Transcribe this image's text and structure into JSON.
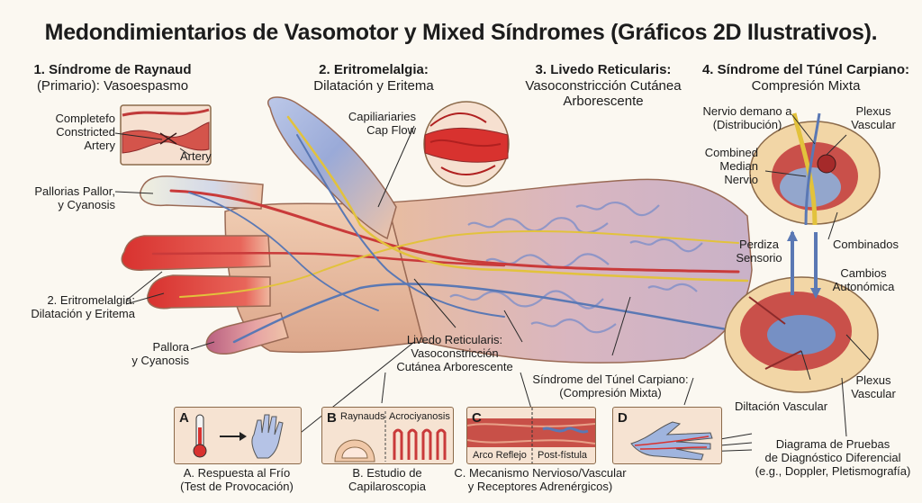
{
  "title": "Medondimientarios de Vasomotor  y Mixed Síndromes  (Gráficos 2D Ilustrativos).",
  "sections": {
    "s1": {
      "head": "1. Síndrome de Raynaud",
      "sub": "(Primario): Vasoespasmo"
    },
    "s2": {
      "head": "2. Eritromelalgia:",
      "sub": "Dilatación y Eritema"
    },
    "s3": {
      "head": "3. Livedo Reticularis:",
      "sub1": "Vasoconstricción Cutánea",
      "sub2": "Arborescente"
    },
    "s4": {
      "head": "4. Síndrome del Túnel Carpiano:",
      "sub": "Compresión Mixta"
    }
  },
  "labels": {
    "artery_constricted": [
      "Completefo",
      "Constricted",
      "Artery"
    ],
    "artery": "Artery",
    "pallor": [
      "Pallorias Pallor,",
      "y Cyanosis"
    ],
    "eritro_left": [
      "2. Eritromelalgia:",
      "Dilatación y Eritema"
    ],
    "pallora": [
      "Pallora",
      "y Cyanosis"
    ],
    "capillaries": [
      "Capiliariaries",
      "Cap Flow"
    ],
    "livedo_mid": [
      "Livedo Reticularis:",
      "Vasoconstricción",
      "Cutánea Arborescente"
    ],
    "tunel_mid": [
      "Síndrome del Túnel Carpiano:",
      "(Compresión Mixta)"
    ],
    "nervio_demano": [
      "Nervio demano a",
      "(Distribución)"
    ],
    "plexus_top": [
      "Plexus",
      "Vascular"
    ],
    "combined": [
      "Combined",
      "Median",
      "Nervio"
    ],
    "combinados": "Combinados",
    "perdiza": [
      "Perdiza",
      "Sensorio"
    ],
    "cambios": [
      "Cambios",
      "Autonómica"
    ],
    "plexus_bottom": [
      "Plexus",
      "Vascular"
    ],
    "diltacion": "Diltación Vascular",
    "diagrama": [
      "Diagrama de Pruebas",
      "de Diagnóstico Diferencial",
      "(e.g., Doppler, Pletismografía)"
    ]
  },
  "panels": {
    "a": {
      "letter": "A",
      "caption1": "A. Respuesta al Frío",
      "caption2": "(Test de Provocación)"
    },
    "b": {
      "letter": "B",
      "left": "Raynauds",
      "right": "Acrociyanosis",
      "caption1": "B. Estudio de",
      "caption2": "Capilaroscopia"
    },
    "c": {
      "letter": "C",
      "left": "Arco Reflejo",
      "right": "Post-fístula",
      "caption1": "C. Mecanismo Nervioso/Vascular",
      "caption2": "y Receptores Adrenérgicos)"
    },
    "d": {
      "letter": "D"
    }
  },
  "colors": {
    "skin": "#efc4a8",
    "erythema": "#e0403c",
    "vein": "#5a78b4",
    "nerve": "#e2c23c",
    "pallor": "#ecebd9",
    "cyanosis": "#8ea2d4"
  }
}
